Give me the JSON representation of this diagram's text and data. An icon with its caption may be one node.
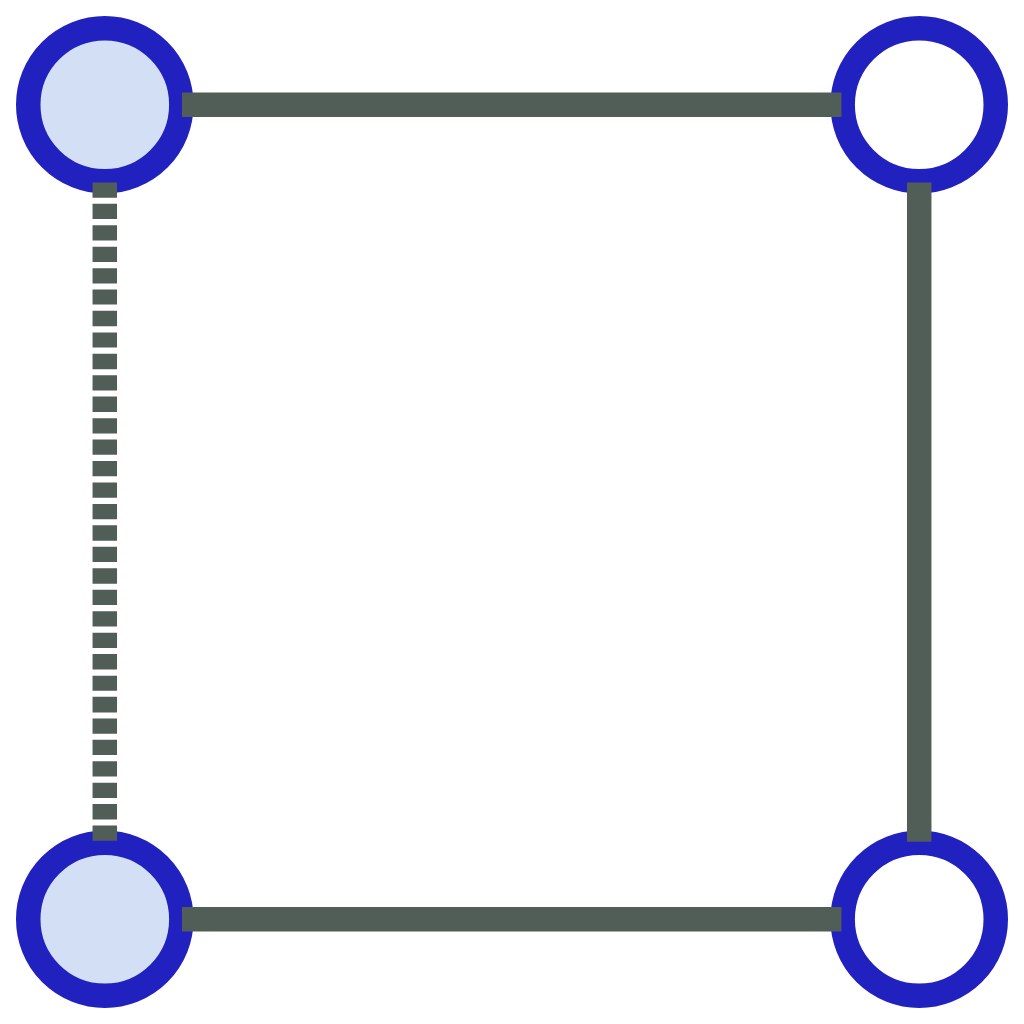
{
  "diagram": {
    "nodes": [
      {
        "text": [],
        "shape": "circle"
      },
      {
        "text": [],
        "shape": "circle"
      },
      {
        "text": [],
        "shape": "circle"
      },
      {
        "text": [],
        "shape": "circle"
      }
    ],
    "edges": [
      {
        "from": 0,
        "to": 1,
        "arrow": "none"
      },
      {
        "from": 0,
        "to": 2,
        "arrow": "none",
        "style": "dashed"
      },
      {
        "from": 1,
        "to": 3,
        "arrow": "none"
      },
      {
        "from": 2,
        "to": 3,
        "arrow": "none"
      }
    ]
  }
}
